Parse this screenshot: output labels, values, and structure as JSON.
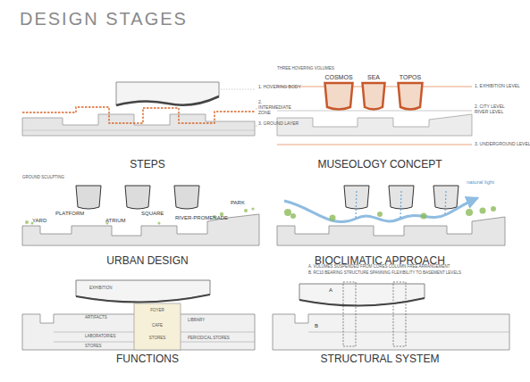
{
  "diagram": {
    "title": "DESIGN STAGES",
    "nodes": [
      {
        "text": [
          "COSMOS"
        ]
      },
      {
        "text": [
          "SEA"
        ]
      },
      {
        "text": [
          "TOPOS"
        ]
      }
    ],
    "labels": [
      "1. HOVERING BODY",
      "2. INTERMEDIATE ZONE",
      "3. GROUND LAYER",
      "STEPS",
      "THREE HOVERING VOLUMES:",
      "1. EXHIBITION LEVEL",
      "2. CITY LEVEL RIVER LEVEL",
      "3. UNDERGROUND LEVEL",
      "MUSEOLOGY CONCEPT",
      "GROUND SCULPTING",
      "YARD",
      "PLATFORM",
      "ATRIUM",
      "SQUARE",
      "RIVER-PROMENADE",
      "PARK",
      "URBAN DESIGN",
      "natural light",
      "BIOCLIMATIC APPROACH",
      "EXHIBITION",
      "ARTIFACTS",
      "FOYER",
      "LIBRARY",
      "CAFE",
      "LABORATORIES",
      "STORES",
      "STORES",
      "PERIODICAL STORES",
      "FUNCTIONS",
      "A. VOLUMES SUSPENDED FROM CORES COLUMN FREE ARRANGEMENT",
      "B. RC10 BEARING STRUCTURE SPANNING FLEXIBILITY TO BASEMENT LEVELS",
      "A",
      "B",
      "STRUCTURAL SYSTEM"
    ]
  }
}
